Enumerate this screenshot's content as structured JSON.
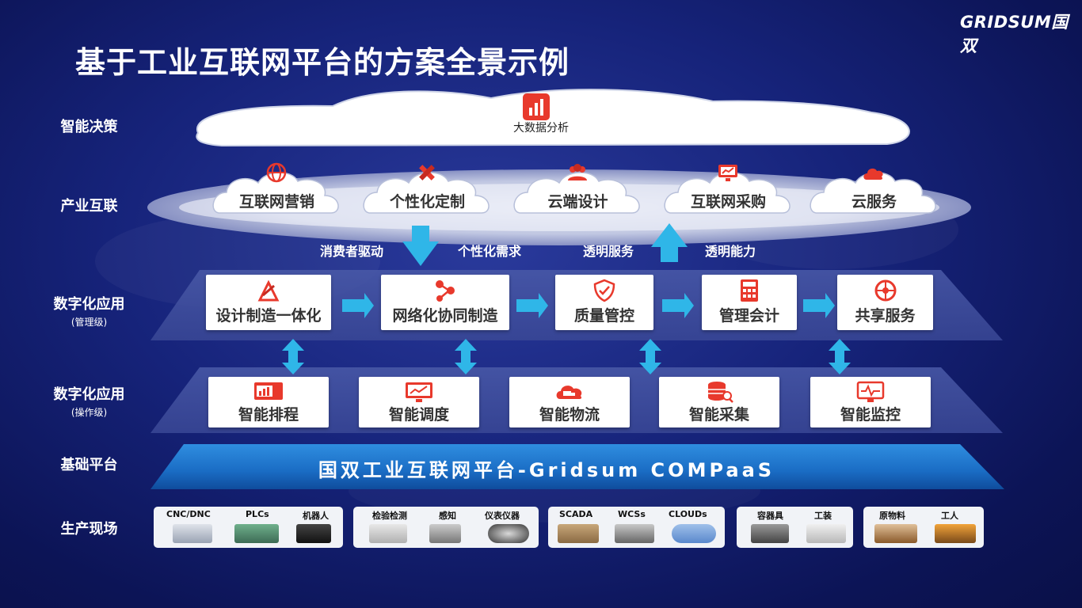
{
  "header": {
    "logo": "GRIDSUM国双",
    "title": "基于工业互联网平台的方案全景示例"
  },
  "row_labels": {
    "decision": "智能决策",
    "industry": "产业互联",
    "digital_mgmt": "数字化应用",
    "digital_mgmt_sub": "(管理级)",
    "digital_ops": "数字化应用",
    "digital_ops_sub": "(操作级)",
    "platform": "基础平台",
    "field": "生产现场"
  },
  "big_cloud": {
    "label": "大数据分析",
    "icon": "bar-chart-icon"
  },
  "industry_clouds": [
    {
      "label": "互联网营销",
      "icon": "globe-icon"
    },
    {
      "label": "个性化定制",
      "icon": "ruler-pencil-icon"
    },
    {
      "label": "云端设计",
      "icon": "users-icon"
    },
    {
      "label": "互联网采购",
      "icon": "monitor-chart-icon"
    },
    {
      "label": "云服务",
      "icon": "cloud-icon"
    }
  ],
  "flow_labels": [
    "消费者驱动",
    "个性化需求",
    "透明服务",
    "透明能力"
  ],
  "mgmt_apps": [
    {
      "label": "设计制造一体化",
      "icon": "design-icon"
    },
    {
      "label": "网络化协同制造",
      "icon": "network-icon"
    },
    {
      "label": "质量管控",
      "icon": "shield-check-icon"
    },
    {
      "label": "管理会计",
      "icon": "calculator-icon"
    },
    {
      "label": "共享服务",
      "icon": "share-icon"
    }
  ],
  "ops_apps": [
    {
      "label": "智能排程",
      "icon": "schedule-icon"
    },
    {
      "label": "智能调度",
      "icon": "dispatch-icon"
    },
    {
      "label": "智能物流",
      "icon": "truck-icon"
    },
    {
      "label": "智能采集",
      "icon": "database-icon"
    },
    {
      "label": "智能监控",
      "icon": "monitor-icon"
    }
  ],
  "platform": {
    "label": "国双工业互联网平台-Gridsum COMPaaS"
  },
  "field_groups": [
    {
      "items": [
        "CNC/DNC",
        "PLCs",
        "机器人"
      ]
    },
    {
      "items": [
        "检验检测",
        "感知",
        "仪表仪器"
      ]
    },
    {
      "items": [
        "SCADA",
        "WCSs",
        "CLOUDs"
      ]
    },
    {
      "items": [
        "容器具",
        "工装"
      ]
    },
    {
      "items": [
        "原物料",
        "工人"
      ]
    }
  ],
  "colors": {
    "accent_red": "#e8392c",
    "arrow_cyan": "#2fb6e8",
    "platform_blue": "#1e7fd0"
  }
}
